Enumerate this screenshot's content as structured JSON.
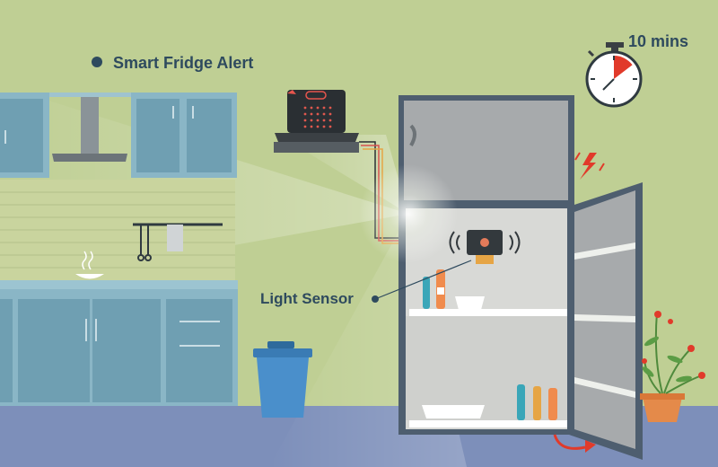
{
  "title": "Smart Fridge Alert",
  "sensor_label": "Light Sensor",
  "timer_label": "10 mins",
  "colors": {
    "wall": "#bfcf94",
    "floor": "#7d8fba",
    "cabinet": "#8ab6c6",
    "cabinet_dark": "#5d8ea1",
    "fridge_body": "#a7aaac",
    "fridge_door": "#4e5e6f",
    "alert_red": "#e13a2a",
    "label_text": "#2e4a5e"
  },
  "icons": [
    "dot-icon",
    "stopwatch-icon",
    "lightning-icon",
    "curved-arrow-icon",
    "microbit-board-icon",
    "light-sensor-module-icon",
    "trash-bin-icon",
    "plant-icon"
  ]
}
